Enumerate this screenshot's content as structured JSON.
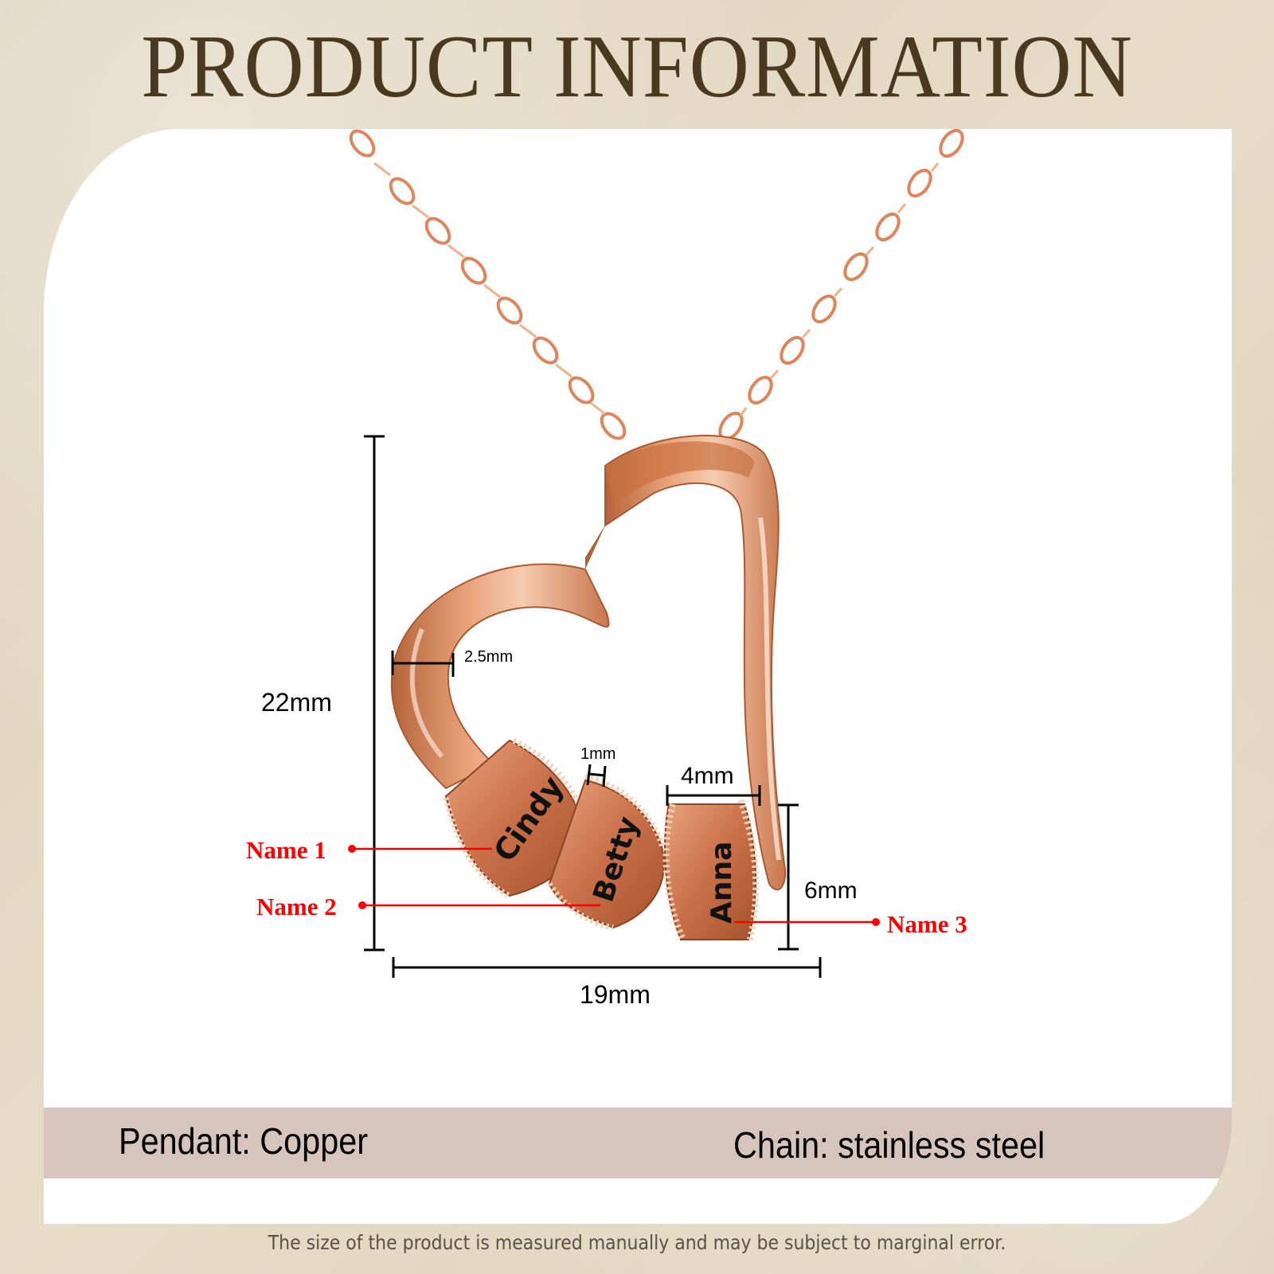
{
  "header": {
    "title": "PRODUCT INFORMATION"
  },
  "product": {
    "colors": {
      "metal": "#d98a5f",
      "metal_dark": "#a8582e",
      "metal_light": "#f3c2a2",
      "annotation_red": "#ff0000",
      "band_bg": "#d7c5bd",
      "title_color": "#4a381f"
    },
    "dimensions": {
      "height": "22mm",
      "width": "19mm",
      "band_thickness": "2.5mm",
      "bead_rim": "1mm",
      "bead_width": "4mm",
      "bead_height": "6mm"
    },
    "engravings": [
      "Cindy",
      "Betty",
      "Anna"
    ],
    "name_labels": [
      "Name 1",
      "Name 2",
      "Name 3"
    ]
  },
  "materials": {
    "pendant": "Pendant: Copper",
    "chain": "Chain: stainless steel"
  },
  "footer": {
    "note": "The size of the product is measured manually and may be subject to marginal error."
  }
}
